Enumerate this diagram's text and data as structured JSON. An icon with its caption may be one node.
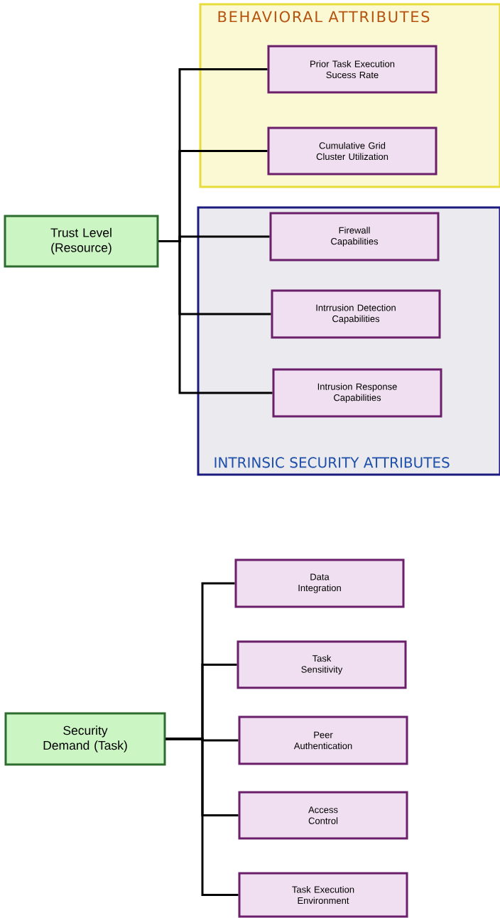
{
  "diagram": {
    "nodes": [
      {
        "text": [
          "BEHAVIORAL ATTRIBUTES"
        ]
      },
      {
        "text": [
          "Prior Task Execution Sucess Rate"
        ],
        "in": 0
      },
      {
        "text": [
          "Cumulative Grid Cluster Utilization"
        ],
        "in": 0
      },
      {
        "text": [
          "Trust Level (Resource)"
        ]
      },
      {
        "text": [
          "INTRINSIC SECURITY ATTRIBUTES"
        ]
      },
      {
        "text": [
          "Firewall Capabilities"
        ],
        "in": 4
      },
      {
        "text": [
          "Intrrusion Detection Capabilities"
        ],
        "in": 4
      },
      {
        "text": [
          "Intrusion Response Capabilities"
        ],
        "in": 4
      },
      {
        "text": [
          "Security Demand (Task)"
        ]
      },
      {
        "text": [
          "Data Integration"
        ]
      },
      {
        "text": [
          "Task Sensitivity"
        ]
      },
      {
        "text": [
          "Peer Authentication"
        ]
      },
      {
        "text": [
          "Access Control"
        ]
      },
      {
        "text": [
          "Task Execution Environment"
        ]
      }
    ],
    "edges": [
      {
        "from": 3,
        "to": 1,
        "arrow": "none"
      },
      {
        "from": 3,
        "to": 2,
        "arrow": "none"
      },
      {
        "from": 3,
        "to": 5,
        "arrow": "none"
      },
      {
        "from": 3,
        "to": 6,
        "arrow": "none"
      },
      {
        "from": 3,
        "to": 7,
        "arrow": "none"
      },
      {
        "from": 8,
        "to": 9,
        "arrow": "none"
      },
      {
        "from": 8,
        "to": 10,
        "arrow": "none"
      },
      {
        "from": 8,
        "to": 11,
        "arrow": "none"
      },
      {
        "from": 8,
        "to": 12,
        "arrow": "none"
      },
      {
        "from": 8,
        "to": 13,
        "arrow": "none"
      }
    ]
  }
}
